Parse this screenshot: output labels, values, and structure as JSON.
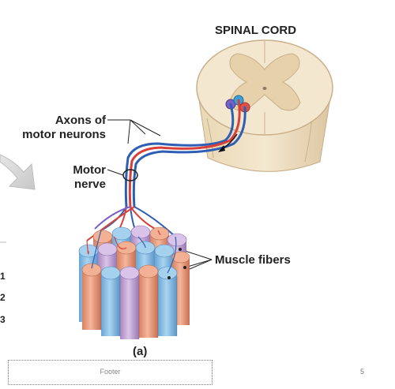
{
  "labels": {
    "spinal_cord": "SPINAL CORD",
    "axons_line1": "Axons of",
    "axons_line2": "motor neurons",
    "motor_line1": "Motor",
    "motor_line2": "nerve",
    "muscle_fibers": "Muscle fibers",
    "panel": "(a)"
  },
  "footer": {
    "text": "Footer",
    "page_number": "5"
  },
  "side_numbers": [
    "1",
    "2",
    "3"
  ],
  "colors": {
    "cord_outer": "#f1e4c9",
    "cord_gray_matter": "#e7d3ae",
    "axon_red": "#d9403a",
    "axon_blue": "#2f5fb3",
    "fiber_blue": "#8ec3e6",
    "fiber_salmon": "#eda183",
    "fiber_purple": "#c5a9d6"
  }
}
